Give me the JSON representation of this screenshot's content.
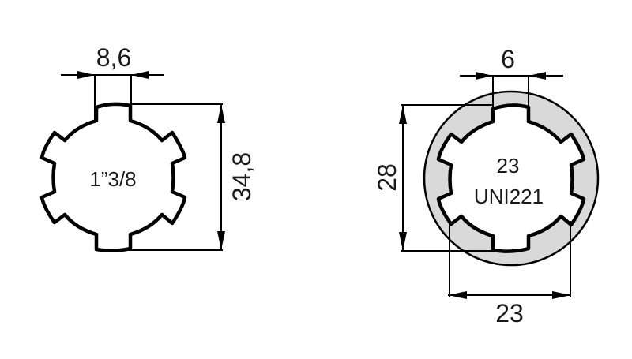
{
  "colors": {
    "line": "#000000",
    "hub_fill": "#d9d9d9",
    "background": "#ffffff"
  },
  "left_profile": {
    "label": "1”3/8",
    "dim_key_width": "8,6",
    "dim_outer_diameter": "34,8"
  },
  "right_profile": {
    "label_line1": "23",
    "label_line2": "UNI221",
    "dim_key_width": "6",
    "dim_outer_diameter": "28",
    "dim_inner_width": "23"
  }
}
